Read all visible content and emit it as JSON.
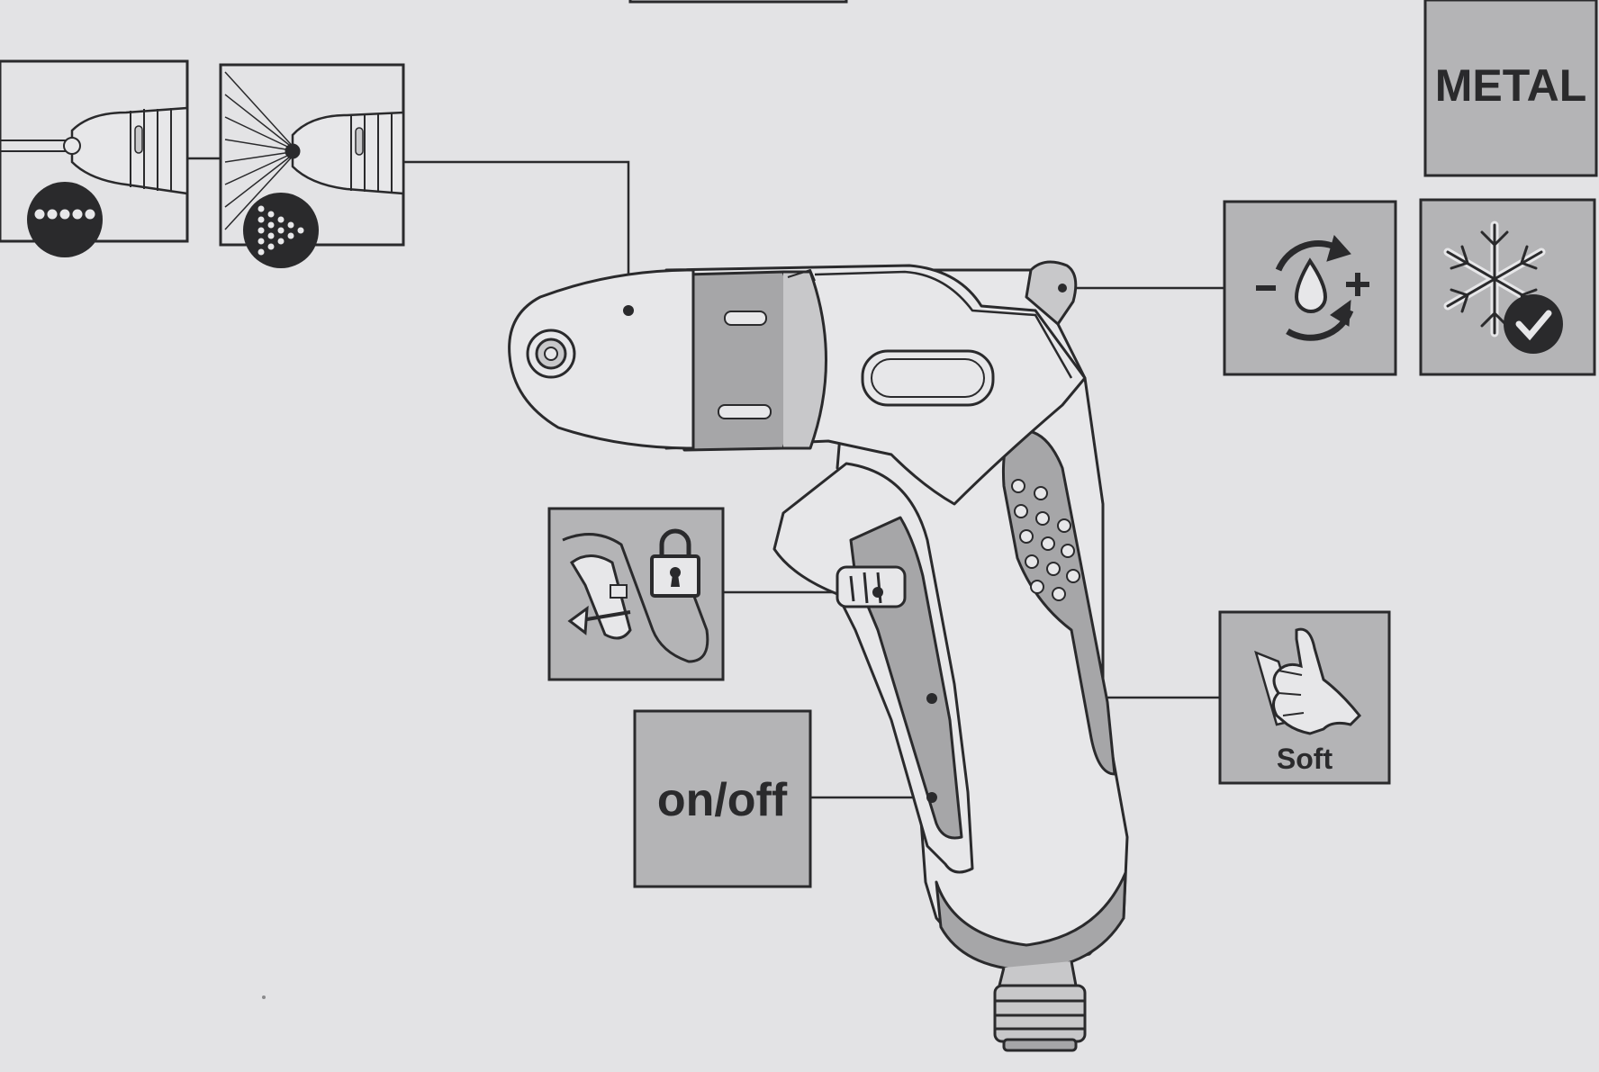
{
  "labels": {
    "material": "METAL",
    "trigger": "on/off",
    "grip": "Soft"
  },
  "icons": {
    "jet_spray": "jet-spray-icon",
    "shower_spray": "shower-spray-icon",
    "flow_regulator": "flow-regulator-icon",
    "frost_resistant": "snowflake-check-icon",
    "trigger_lock": "trigger-lock-icon",
    "soft_grip": "hand-grip-icon"
  },
  "colors": {
    "background": "#e3e3e5",
    "panel": "#b4b4b6",
    "outline": "#2a2a2c",
    "body_light": "#e7e7e9",
    "body_mid": "#c8c8ca",
    "body_dark": "#a6a6a8"
  }
}
